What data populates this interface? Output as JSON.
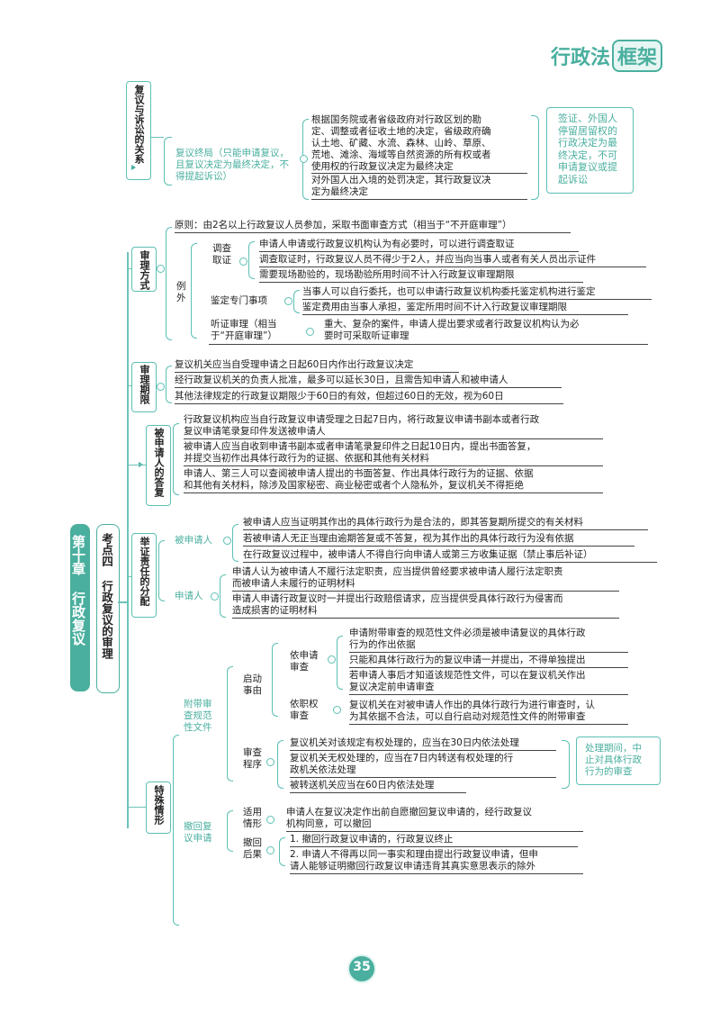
{
  "header": {
    "title": "行政法",
    "title_box": "框架"
  },
  "page_number": "35",
  "chapter": {
    "label": "第十章 行政复议"
  },
  "topic": {
    "label": "考点四 行政复议的审理"
  },
  "sec_relation": {
    "label": "复议与诉讼的关系",
    "final_label": "复议终局（只能申请复议，且复议决定为最终决定，不得提起诉讼）",
    "item1": [
      "根据国务院或者省级政府对行政区划的勘",
      "定、调整或者征收土地的决定，省级政府确",
      "认土地、矿藏、水流、森林、山岭、草原、",
      "荒地、滩涂、海域等自然资源的所有权或者",
      "使用权的行政复议决定为最终决定"
    ],
    "item2": [
      "对外国人出入境的处罚决定，其行政复议决",
      "定为最终决定"
    ],
    "note": [
      "签证、外国人",
      "停留居留权的",
      "行政决定为最",
      "终决定，不可",
      "申请复议或提",
      "起诉讼"
    ]
  },
  "sec_review_method": {
    "label": "审理方式",
    "principle": "原则：由2名以上行政复议人员参加，采取书面审查方式（相当于“不开庭审理”）",
    "exception_label": "例外",
    "investigate_label": "调查取证",
    "investigate_items": [
      "申请人申请或行政复议机构认为有必要时，可以进行调查取证",
      "调查取证时，行政复议人员不得少于2人，并应当向当事人或者有关人员出示证件",
      "需要现场勘验的，现场勘验所用时间不计入行政复议审理期限"
    ],
    "appraisal_label": "鉴定专门事项",
    "appraisal_items": [
      "当事人可以自行委托，也可以申请行政复议机构委托鉴定机构进行鉴定",
      "鉴定费用由当事人承担，鉴定所用时间不计入行政复议审理期限"
    ],
    "hearing_label": "听证审理（相当于“开庭审理”）",
    "hearing_item": [
      "重大、复杂的案件，申请人提出要求或者行政复议机构认为必",
      "要时可采取听证审理"
    ]
  },
  "sec_period": {
    "label": "审理期限",
    "items": [
      "复议机关应当自受理申请之日起60日内作出行政复议决定",
      "经行政复议机关的负责人批准，最多可以延长30日，且需告知申请人和被申请人",
      "其他法律规定的行政复议期限少于60日的有效，但超过60日的无效，视为60日"
    ]
  },
  "sec_respondent": {
    "label": "被申请人的答复",
    "items": [
      [
        "行政复议机构应当自行政复议申请受理之日起7日内，将行政复议申请书副本或者行政",
        "复议申请笔录复印件发送被申请人"
      ],
      [
        "被申请人应当自收到申请书副本或者申请笔录复印件之日起10日内，提出书面答复，",
        "并提交当初作出具体行政行为的证据、依据和其他有关材料"
      ],
      [
        "申请人、第三人可以查阅被申请人提出的书面答复、作出具体行政行为的证据、依据",
        "和其他有关材料，除涉及国家秘密、商业秘密或者个人隐私外，复议机关不得拒绝"
      ]
    ]
  },
  "sec_burden": {
    "label": "举证责任的分配",
    "respondent_label": "被申请人",
    "respondent_items": [
      "被申请人应当证明其作出的具体行政行为是合法的，即其答复期所提交的有关材料",
      "若被申请人无正当理由逾期答复或不答复，视为其作出的具体行政行为没有依据",
      "在行政复议过程中，被申请人不得自行向申请人或第三方收集证据（禁止事后补证）"
    ],
    "applicant_label": "申请人",
    "applicant_items": [
      [
        "申请人认为被申请人不履行法定职责，应当提供曾经要求被申请人履行法定职责",
        "而被申请人未履行的证明材料"
      ],
      [
        "申请人申请行政复议时一并提出行政赔偿请求，应当提供受具体行政行为侵害而",
        "造成损害的证明材料"
      ]
    ]
  },
  "sec_special": {
    "label": "特殊情形",
    "attached_label": "附带审查规范性文件",
    "start_label": "启动事由",
    "by_application": "依申请审查",
    "app_items": [
      [
        "申请附带审查的规范性文件必须是被申请复议的具体行政",
        "行为的作出依据"
      ],
      [
        "只能和具体行政行为的复议申请一并提出，不得单独提出"
      ],
      [
        "若申请人事后才知道该规范性文件，可以在复议机关作出",
        "复议决定前申请审查"
      ]
    ],
    "by_authority": "依职权审查",
    "auth_item": [
      "复议机关在对被申请人作出的具体行政行为进行审查时，认",
      "为其依据不合法，可以自行启动对规范性文件的附带审查"
    ],
    "procedure_label": "审查程序",
    "proc_items": [
      [
        "复议机关对该规定有权处理的，应当在30日内依法处理"
      ],
      [
        "复议机关无权处理的，应当在7日内转送有权处理的行",
        "政机关依法处理"
      ],
      [
        "被转送机关应当在60日内依法处理"
      ]
    ],
    "proc_note": [
      "处理期间，中",
      "止对具体行政",
      "行为的审查"
    ],
    "withdraw_label": "撤回复议申请",
    "scope_label": "适用情形",
    "scope_item": [
      "申请人在复议决定作出前自愿撤回复议申请的，经行政复议",
      "机构同意，可以撤回"
    ],
    "result_label": "撤回后果",
    "result_items": [
      [
        "1. 撤回行政复议申请的，行政复议终止"
      ],
      [
        "2. 申请人不得再以同一事实和理由提出行政复议申请，但申",
        "请人能够证明撤回行政复议申请违背其真实意思表示的除外"
      ]
    ]
  },
  "colors": {
    "accent": "#4aaf9f",
    "border": "#5cc0b4"
  }
}
